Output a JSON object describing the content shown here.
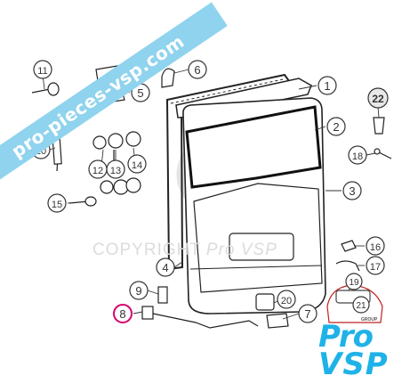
{
  "watermark": {
    "ribbon_text": "pro-pieces-vsp.com",
    "copyright_text": "COPYRIGHT",
    "copyright_script": "Pro VSP"
  },
  "logo": {
    "line1": "Pro",
    "line2": "VSP",
    "group": "GROUP",
    "brand_color": "#1fb2e8"
  },
  "callouts": [
    "1",
    "2",
    "3",
    "4",
    "5",
    "6",
    "7",
    "8",
    "9",
    "10",
    "11",
    "12",
    "13",
    "14",
    "15",
    "16",
    "17",
    "18",
    "19",
    "20",
    "21",
    "22"
  ],
  "highlight": {
    "callout": "8",
    "color": "#d6006e"
  }
}
